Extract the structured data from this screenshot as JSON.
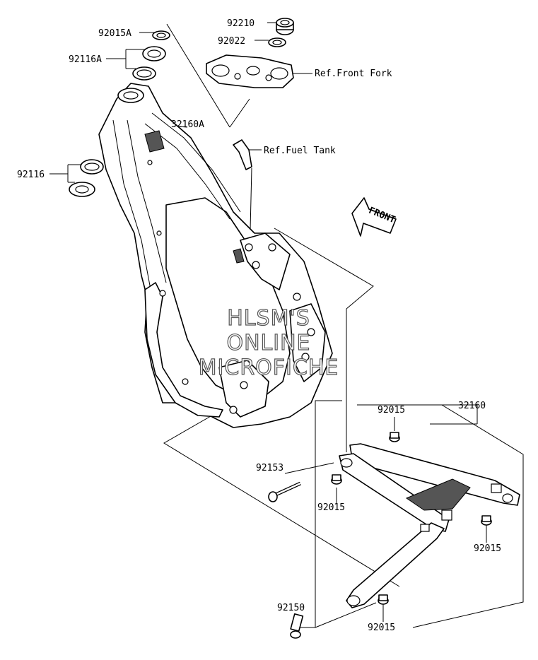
{
  "labels": {
    "l92210": "92210",
    "l92022": "92022",
    "l92015A": "92015A",
    "l92116A": "92116A",
    "refFrontFork": "Ref.Front Fork",
    "l32160A": "32160A",
    "refFuelTank": "Ref.Fuel Tank",
    "l92116": "92116",
    "front": "FRONT",
    "l32160": "32160",
    "l92015_top": "92015",
    "l92153": "92153",
    "l92015_mid": "92015",
    "l92015_right": "92015",
    "l92150": "92150",
    "l92015_bottom": "92015"
  },
  "watermark": {
    "line1": "HLSM'S",
    "line2": "ONLINE",
    "line3": "MICROFICHE"
  }
}
